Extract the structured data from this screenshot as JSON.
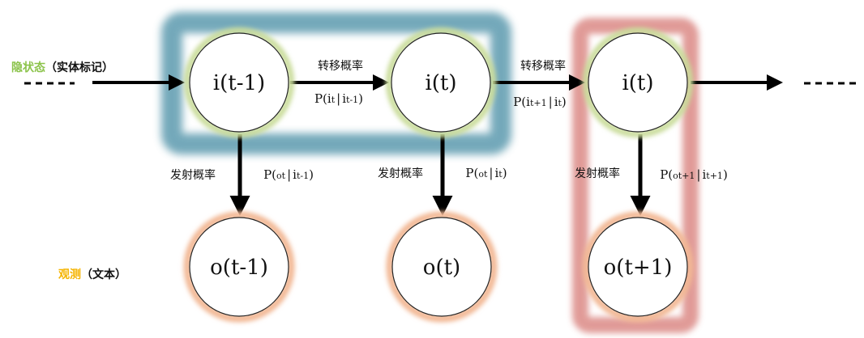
{
  "colors": {
    "hidden_legend": "#8BC34A",
    "observed_legend": "#F5B400",
    "blue_highlight": "#5B9AAE",
    "red_highlight": "#D9827E",
    "hidden_glow": "#C9DC9A",
    "observed_glow": "#F2B894"
  },
  "legend": {
    "hidden_title": "隐状态",
    "hidden_note": "（实体标记）",
    "observed_title": "观测",
    "observed_note": "（文本）"
  },
  "ellipsis": {
    "left": "- - - -",
    "right": "- - - -"
  },
  "hidden_nodes": [
    {
      "label": "i(t-1)"
    },
    {
      "label": "i(t)"
    },
    {
      "label": "i(t)"
    }
  ],
  "observed_nodes": [
    {
      "label": "o(t-1)"
    },
    {
      "label": "o(t)"
    },
    {
      "label": "o(t+1)"
    }
  ],
  "transitions": [
    {
      "title": "转移概率",
      "p": "P(",
      "a": "i",
      "a_sub": "t",
      "sep": "|",
      "b": "i",
      "b_sub": "t-1",
      "close": ")"
    },
    {
      "title": "转移概率",
      "p": "P(",
      "a": "i",
      "a_sub": "t+1",
      "sep": "|",
      "b": "i",
      "b_sub": "t",
      "close": ")"
    }
  ],
  "emissions": [
    {
      "title": "发射概率",
      "p": "P(",
      "a": "o",
      "a_sub": "t",
      "sep": "|",
      "b": "i",
      "b_sub": "t-1",
      "close": ")"
    },
    {
      "title": "发射概率",
      "p": "P(",
      "a": "o",
      "a_sub": "t",
      "sep": "|",
      "b": "i",
      "b_sub": "t",
      "close": ")"
    },
    {
      "title": "发射概率",
      "p": "P(",
      "a": "o",
      "a_sub": "t+1",
      "sep": "|",
      "b": "i",
      "b_sub": "t+1",
      "close": ")"
    }
  ]
}
